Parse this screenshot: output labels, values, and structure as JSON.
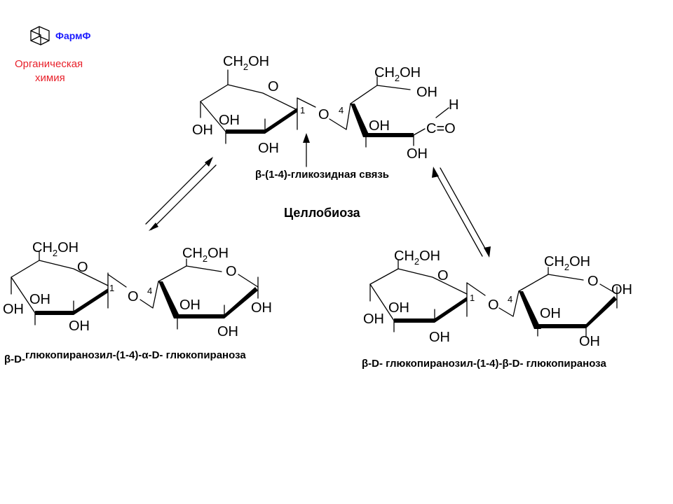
{
  "logo": {
    "brand": "ФармФ",
    "subtitle_line1": "Органическая",
    "subtitle_line2": "химия",
    "brand_color": "#1a1aff",
    "subtitle_color": "#e8202a",
    "icon": "adamantane-icon"
  },
  "labels": {
    "ch2oh": "CH",
    "ch2oh_sub": "2",
    "ch2oh_tail": "OH",
    "ring_o": "O",
    "oh": "OH",
    "h": "H",
    "carbonyl": "C=O",
    "c1": "1",
    "c4": "4"
  },
  "bond_caption": "β-(1-4)-гликозидная связь",
  "title": "Целлобиоза",
  "left_name": {
    "part1": "β-D-",
    "part2": "глюкопиранозил-(1-4)",
    "part3": "-α-D-",
    "part4": " глюкопираноза"
  },
  "right_name": {
    "part1": "β-D-",
    "part2": " глюкопиранозил-(1-4)",
    "part3": "-β-D-",
    "part4": " глюкопираноза"
  }
}
